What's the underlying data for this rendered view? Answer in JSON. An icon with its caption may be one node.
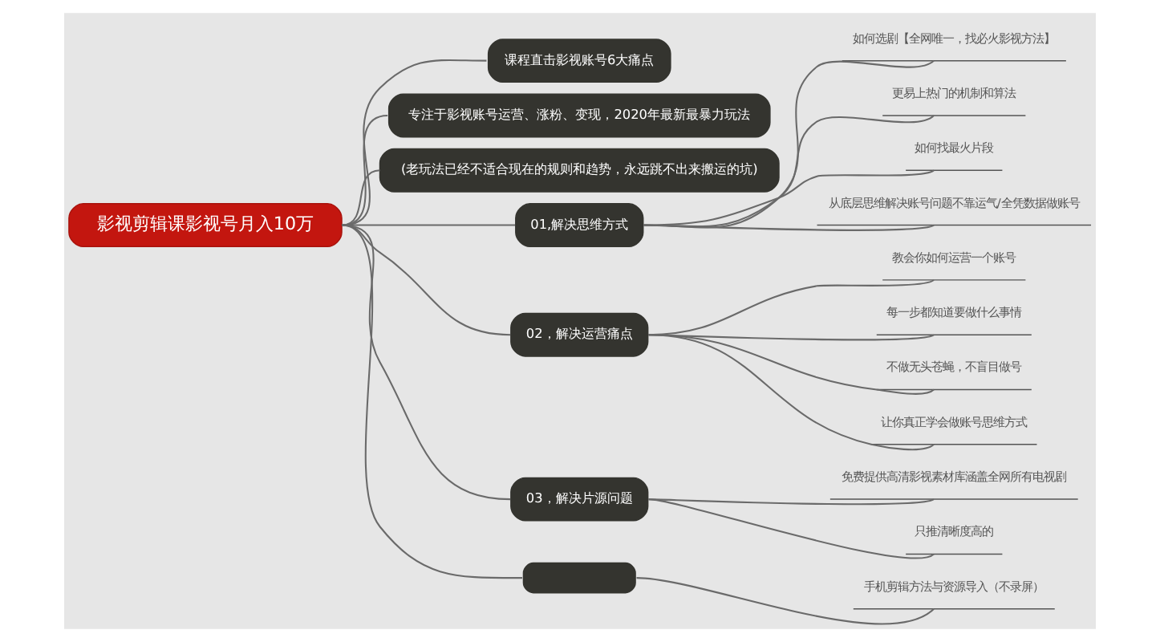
{
  "diagram": {
    "nodes": [
      {
        "text": [
          "影视剪辑课影视号月入10万"
        ]
      },
      {
        "text": [
          "课程直击影视账号6大痛点"
        ]
      },
      {
        "text": [
          "专注于影视账号运营、涨粉、变现，2020年最新最暴力玩法"
        ]
      },
      {
        "text": [
          "(老玩法已经不适合现在的规则和趋势，永远跳不出来搬运的坑)"
        ]
      },
      {
        "text": [
          "01,解决思维方式"
        ]
      },
      {
        "text": [
          "如何选剧【全网唯一，找必火影视方法】"
        ]
      },
      {
        "text": [
          "更易上热门的机制和算法"
        ]
      },
      {
        "text": [
          "如何找最火片段"
        ]
      },
      {
        "text": [
          "从底层思维解决账号问题不靠运气/全凭数据做账号"
        ]
      },
      {
        "text": [
          "02，解决运营痛点"
        ]
      },
      {
        "text": [
          "教会你如何运营一个账号"
        ]
      },
      {
        "text": [
          "每一步都知道要做什么事情"
        ]
      },
      {
        "text": [
          "不做无头苍蝇，不盲目做号"
        ]
      },
      {
        "text": [
          "让你真正学会做账号思维方式"
        ]
      },
      {
        "text": [
          "03，解决片源问题"
        ]
      },
      {
        "text": [
          "免费提供高清影视素材库涵盖全网所有电视剧"
        ]
      },
      {
        "text": [
          "只推清晰度高的"
        ]
      },
      {
        "text": [],
        "shape": "box"
      },
      {
        "text": [
          "手机剪辑方法与资源导入（不录屏）"
        ]
      }
    ],
    "edges": [
      {
        "from": 0,
        "to": 1,
        "arrow": "none"
      },
      {
        "from": 0,
        "to": 2,
        "arrow": "none"
      },
      {
        "from": 0,
        "to": 3,
        "arrow": "none"
      },
      {
        "from": 0,
        "to": 4,
        "arrow": "none"
      },
      {
        "from": 4,
        "to": 5,
        "arrow": "none"
      },
      {
        "from": 4,
        "to": 6,
        "arrow": "none"
      },
      {
        "from": 4,
        "to": 7,
        "arrow": "none"
      },
      {
        "from": 4,
        "to": 8,
        "arrow": "none"
      },
      {
        "from": 0,
        "to": 9,
        "arrow": "none"
      },
      {
        "from": 9,
        "to": 10,
        "arrow": "none"
      },
      {
        "from": 9,
        "to": 11,
        "arrow": "none"
      },
      {
        "from": 9,
        "to": 12,
        "arrow": "none"
      },
      {
        "from": 9,
        "to": 13,
        "arrow": "none"
      },
      {
        "from": 0,
        "to": 14,
        "arrow": "none"
      },
      {
        "from": 14,
        "to": 15,
        "arrow": "none"
      },
      {
        "from": 14,
        "to": 16,
        "arrow": "none"
      },
      {
        "from": 0,
        "to": 17,
        "arrow": "none"
      },
      {
        "from": 17,
        "to": 18,
        "arrow": "none"
      }
    ]
  }
}
